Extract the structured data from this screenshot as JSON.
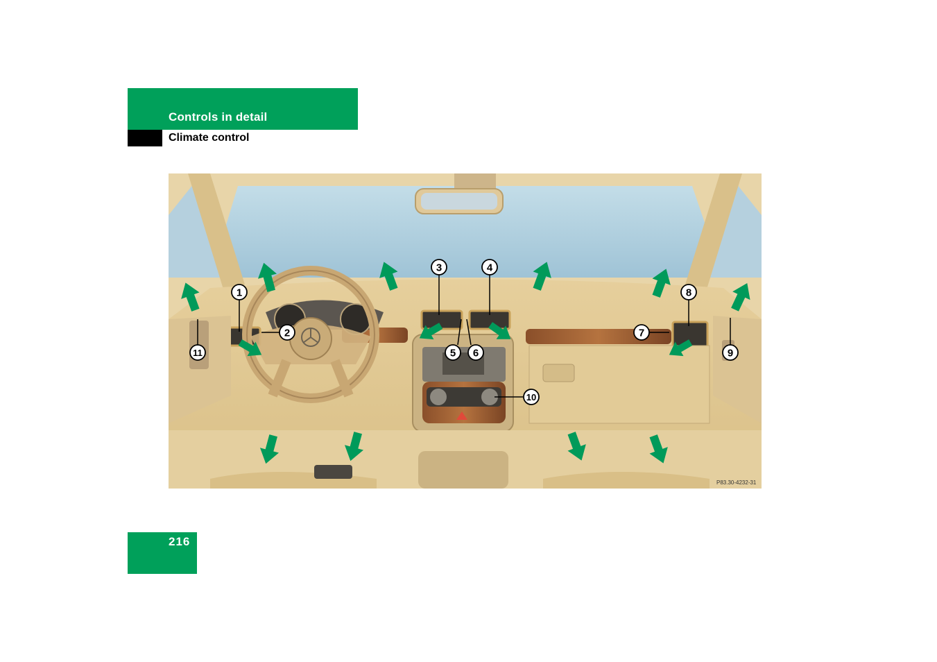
{
  "header": {
    "section": "Controls in detail",
    "subsection": "Climate control"
  },
  "figure": {
    "code": "P83.30-4232-31",
    "callouts": [
      "1",
      "2",
      "3",
      "4",
      "5",
      "6",
      "7",
      "8",
      "9",
      "10",
      "11"
    ]
  },
  "footer": {
    "page_number": "216"
  },
  "colors": {
    "accent_green": "#00a05a",
    "arrow_green": "#009a5a"
  }
}
